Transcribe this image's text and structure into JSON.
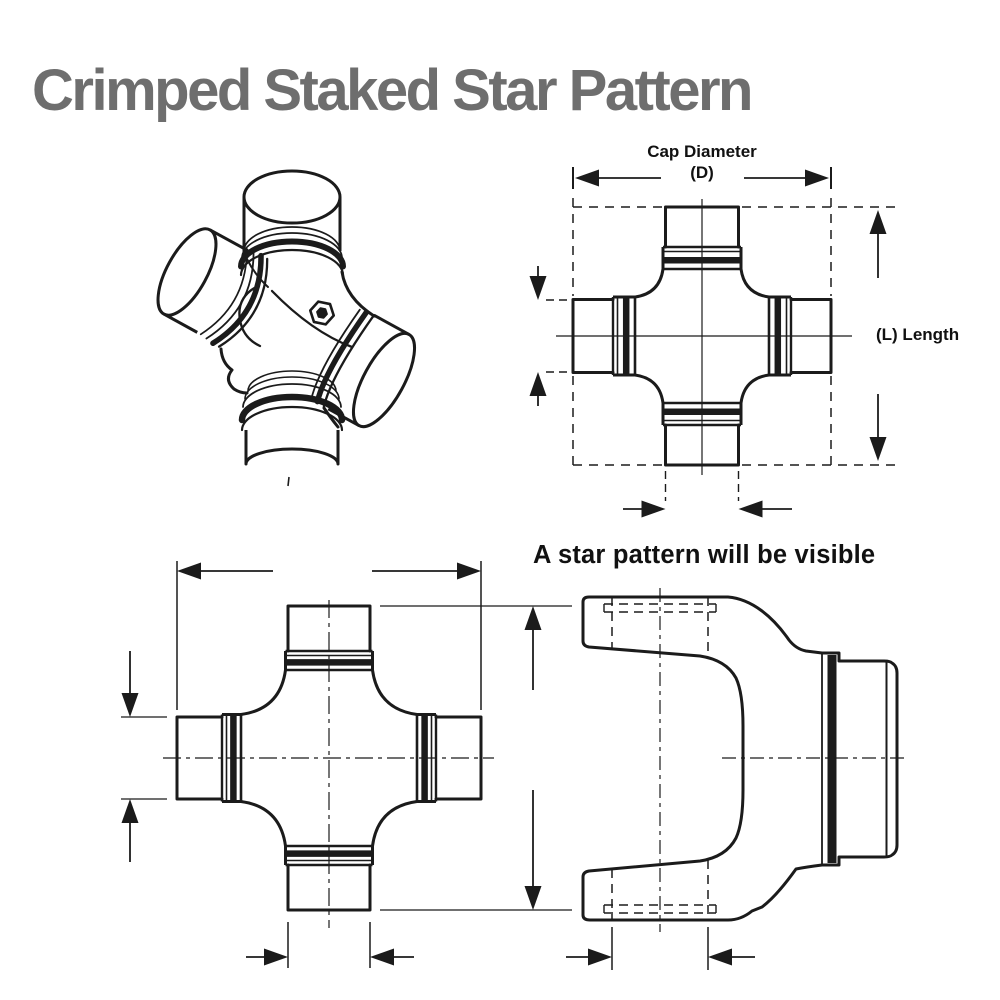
{
  "title": "Crimped Staked Star Pattern",
  "colors": {
    "title": "#6e6e6e",
    "line": "#1b1b1b",
    "background": "#ffffff"
  },
  "labels": {
    "cap_diameter_line1": "Cap Diameter",
    "cap_diameter_line2": "(D)",
    "length": "(L) Length",
    "star_note": "A star pattern will be visible"
  }
}
